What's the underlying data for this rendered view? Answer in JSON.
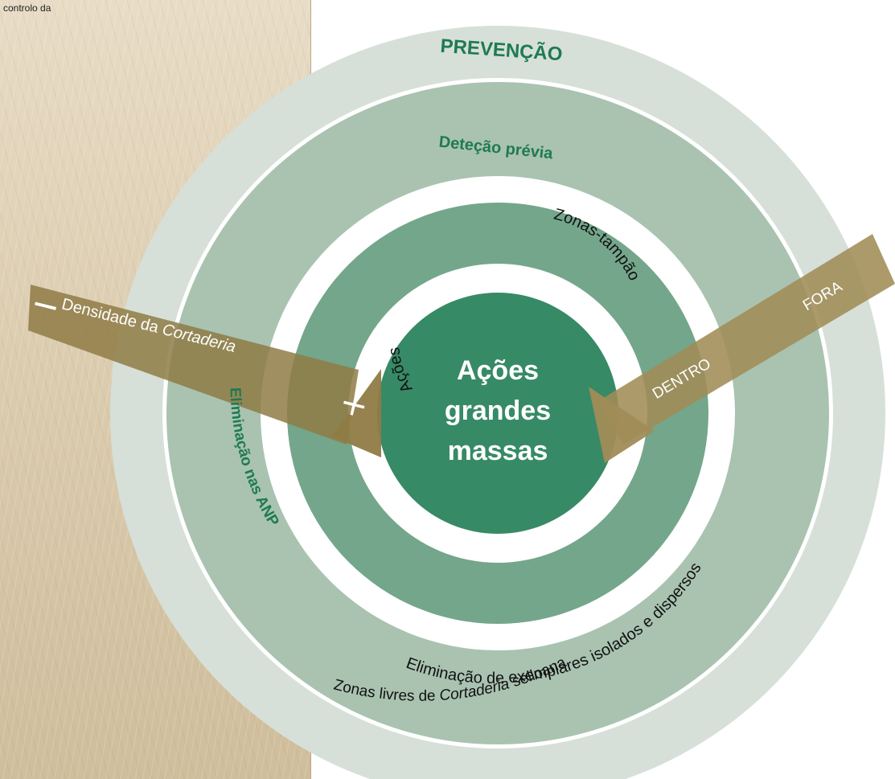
{
  "left_panel": {
    "caption": "controlo da"
  },
  "diagram": {
    "outer_ring_title": "PREVENÇÃO",
    "middle_ring_title": "Deteção prévia",
    "middle_ring_side_label": "Eliminação nas ANP",
    "inner_ring_left_label": "Ações",
    "inner_ring_right_label": "Zonas-tampão",
    "middle_ring_bottom_label": "Eliminação de exemplares isolados e dispersos",
    "outer_ring_bottom_label_part1": "Zonas livres de ",
    "outer_ring_bottom_label_italic": "Cortaderia",
    "outer_ring_bottom_label_part2": " selloana",
    "center_line1": "Ações",
    "center_line2": "grandes",
    "center_line3": "massas",
    "left_arrow_label_part1": "Densidade da ",
    "left_arrow_label_italic": "Cortaderia",
    "left_arrow_minus": "—",
    "left_arrow_plus": "+",
    "right_arrow_inner_label": "DENTRO",
    "right_arrow_outer_label": "FORA"
  },
  "colors": {
    "outer_ring": "#d6e0d8",
    "middle_ring": "#a9c3b0",
    "inner_ring": "#74a68b",
    "center": "#378a66",
    "title_green": "#1f7a52",
    "arrow": "#a08c57"
  }
}
